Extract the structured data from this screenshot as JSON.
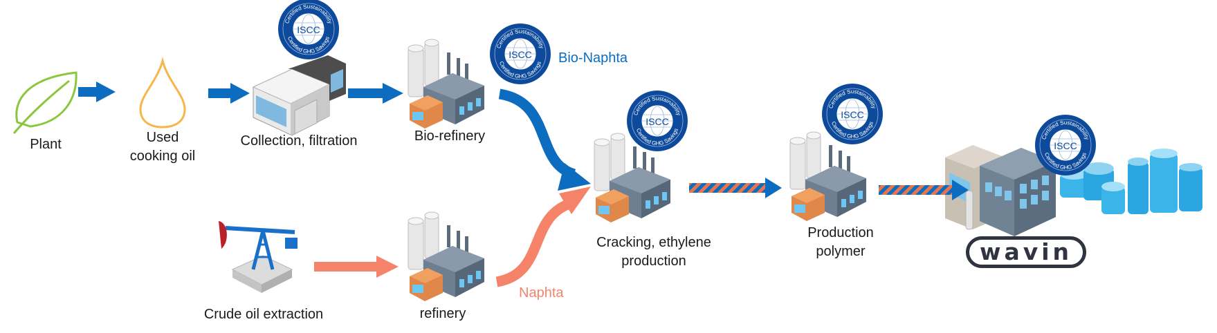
{
  "labels": {
    "plant": "Plant",
    "used_oil_1": "Used",
    "used_oil_2": "cooking oil",
    "collection": "Collection, filtration",
    "biorefinery": "Bio-refinery",
    "bio_naphta": "Bio-Naphta",
    "crude_oil": "Crude oil extraction",
    "refinery": "refinery",
    "naphta": "Naphta",
    "cracking_1": "Cracking, ethylene",
    "cracking_2": "production",
    "polymer_1": "Production",
    "polymer_2": "polymer"
  },
  "badge": {
    "center": "ISCC",
    "ring_top": "Certified Sustainability",
    "ring_bottom": "Certified GHG Savings"
  },
  "logo": {
    "text": "wavin"
  },
  "icons": {
    "plant": "leaf-icon",
    "oil": "oil-drop-icon",
    "collection": "warehouse-icon",
    "factory": "factory-icon",
    "pump": "oil-pump-icon",
    "pipes": "pipes-icon"
  },
  "colors": {
    "bio_flow": "#0b6cc0",
    "fossil_flow": "#f5836a",
    "mixed_flow": "#e5744f",
    "leaf": "#8cc63f",
    "drop": "#f7b54a",
    "badge": "#0d4a9c",
    "pipes": "#3bb4ea",
    "logo": "#2f3440"
  }
}
